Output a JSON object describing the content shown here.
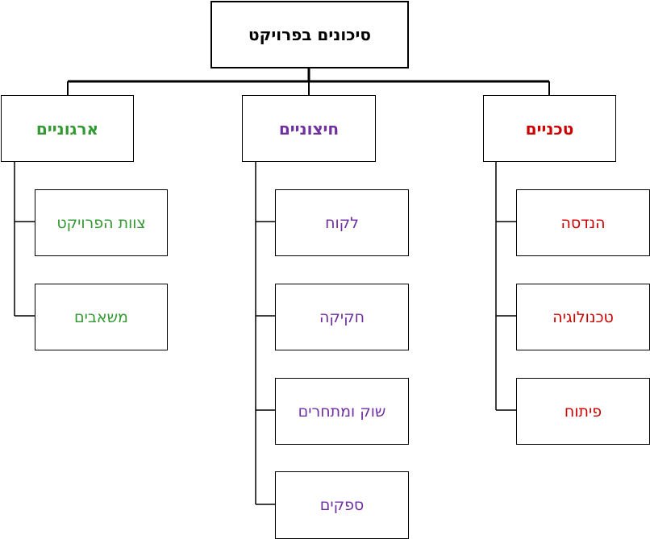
{
  "root": {
    "label": "סיכונים בפרויקט"
  },
  "colors": {
    "organizational": "#339933",
    "external": "#7030a0",
    "technical": "#cc0000"
  },
  "categories": [
    {
      "label": "ארגוניים",
      "children": [
        "צוות הפרויקט",
        "משאבים"
      ]
    },
    {
      "label": "חיצוניים",
      "children": [
        "לקוח",
        "חקיקה",
        "שוק ומתחרים",
        "ספקים"
      ]
    },
    {
      "label": "טכניים",
      "children": [
        "הנדסה",
        "טכנולוגיה",
        "פיתוח"
      ]
    }
  ]
}
